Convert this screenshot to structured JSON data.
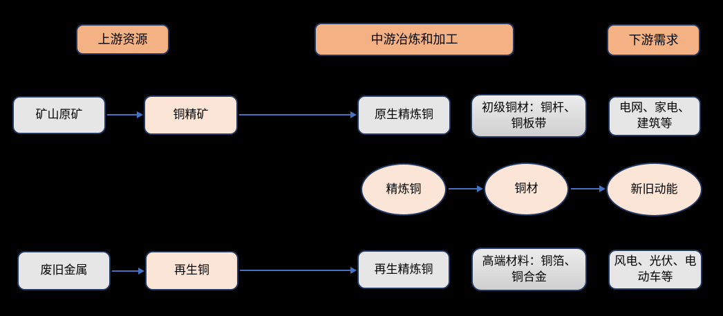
{
  "diagram_title": "copper industry chain flow diagram",
  "colors": {
    "background": "#000000",
    "header_fill": "#F4B183",
    "peach_fill": "#FBE5D6",
    "gray_fill": "#E6E6E6",
    "gradient_gray_top": "#ECECEC",
    "gradient_gray_bottom": "#D0D0D0",
    "border": "#203864",
    "arrow": "#4472C4",
    "text": "#000000"
  },
  "headers": [
    {
      "id": "upstream",
      "label": "上游资源"
    },
    {
      "id": "midstream",
      "label": "中游冶炼和加工"
    },
    {
      "id": "downstream",
      "label": "下游需求"
    }
  ],
  "nodes": {
    "mine_ore": "矿山原矿",
    "copper_concentrate": "铜精矿",
    "primary_refined_copper": "原生精炼铜",
    "primary_products": "初级铜材：铜杆、铜板带",
    "grid_appliance_demand": "电网、家电、建筑等",
    "refined_copper": "精炼铜",
    "copper_material": "铜材",
    "new_old_growth": "新旧动能",
    "scrap_metal": "废旧金属",
    "recycled_copper": "再生铜",
    "recycled_refined_copper": "再生精炼铜",
    "high_end_materials": "高端材料：铜箔、铜合金",
    "wind_solar_ev_demand": "风电、光伏、电动车等"
  },
  "flows": [
    {
      "from": "矿山原矿",
      "to": "铜精矿"
    },
    {
      "from": "铜精矿",
      "to": "原生精炼铜"
    },
    {
      "from": "精炼铜",
      "to": "铜材"
    },
    {
      "from": "铜材",
      "to": "新旧动能"
    },
    {
      "from": "废旧金属",
      "to": "再生铜"
    },
    {
      "from": "再生铜",
      "to": "再生精炼铜"
    }
  ]
}
